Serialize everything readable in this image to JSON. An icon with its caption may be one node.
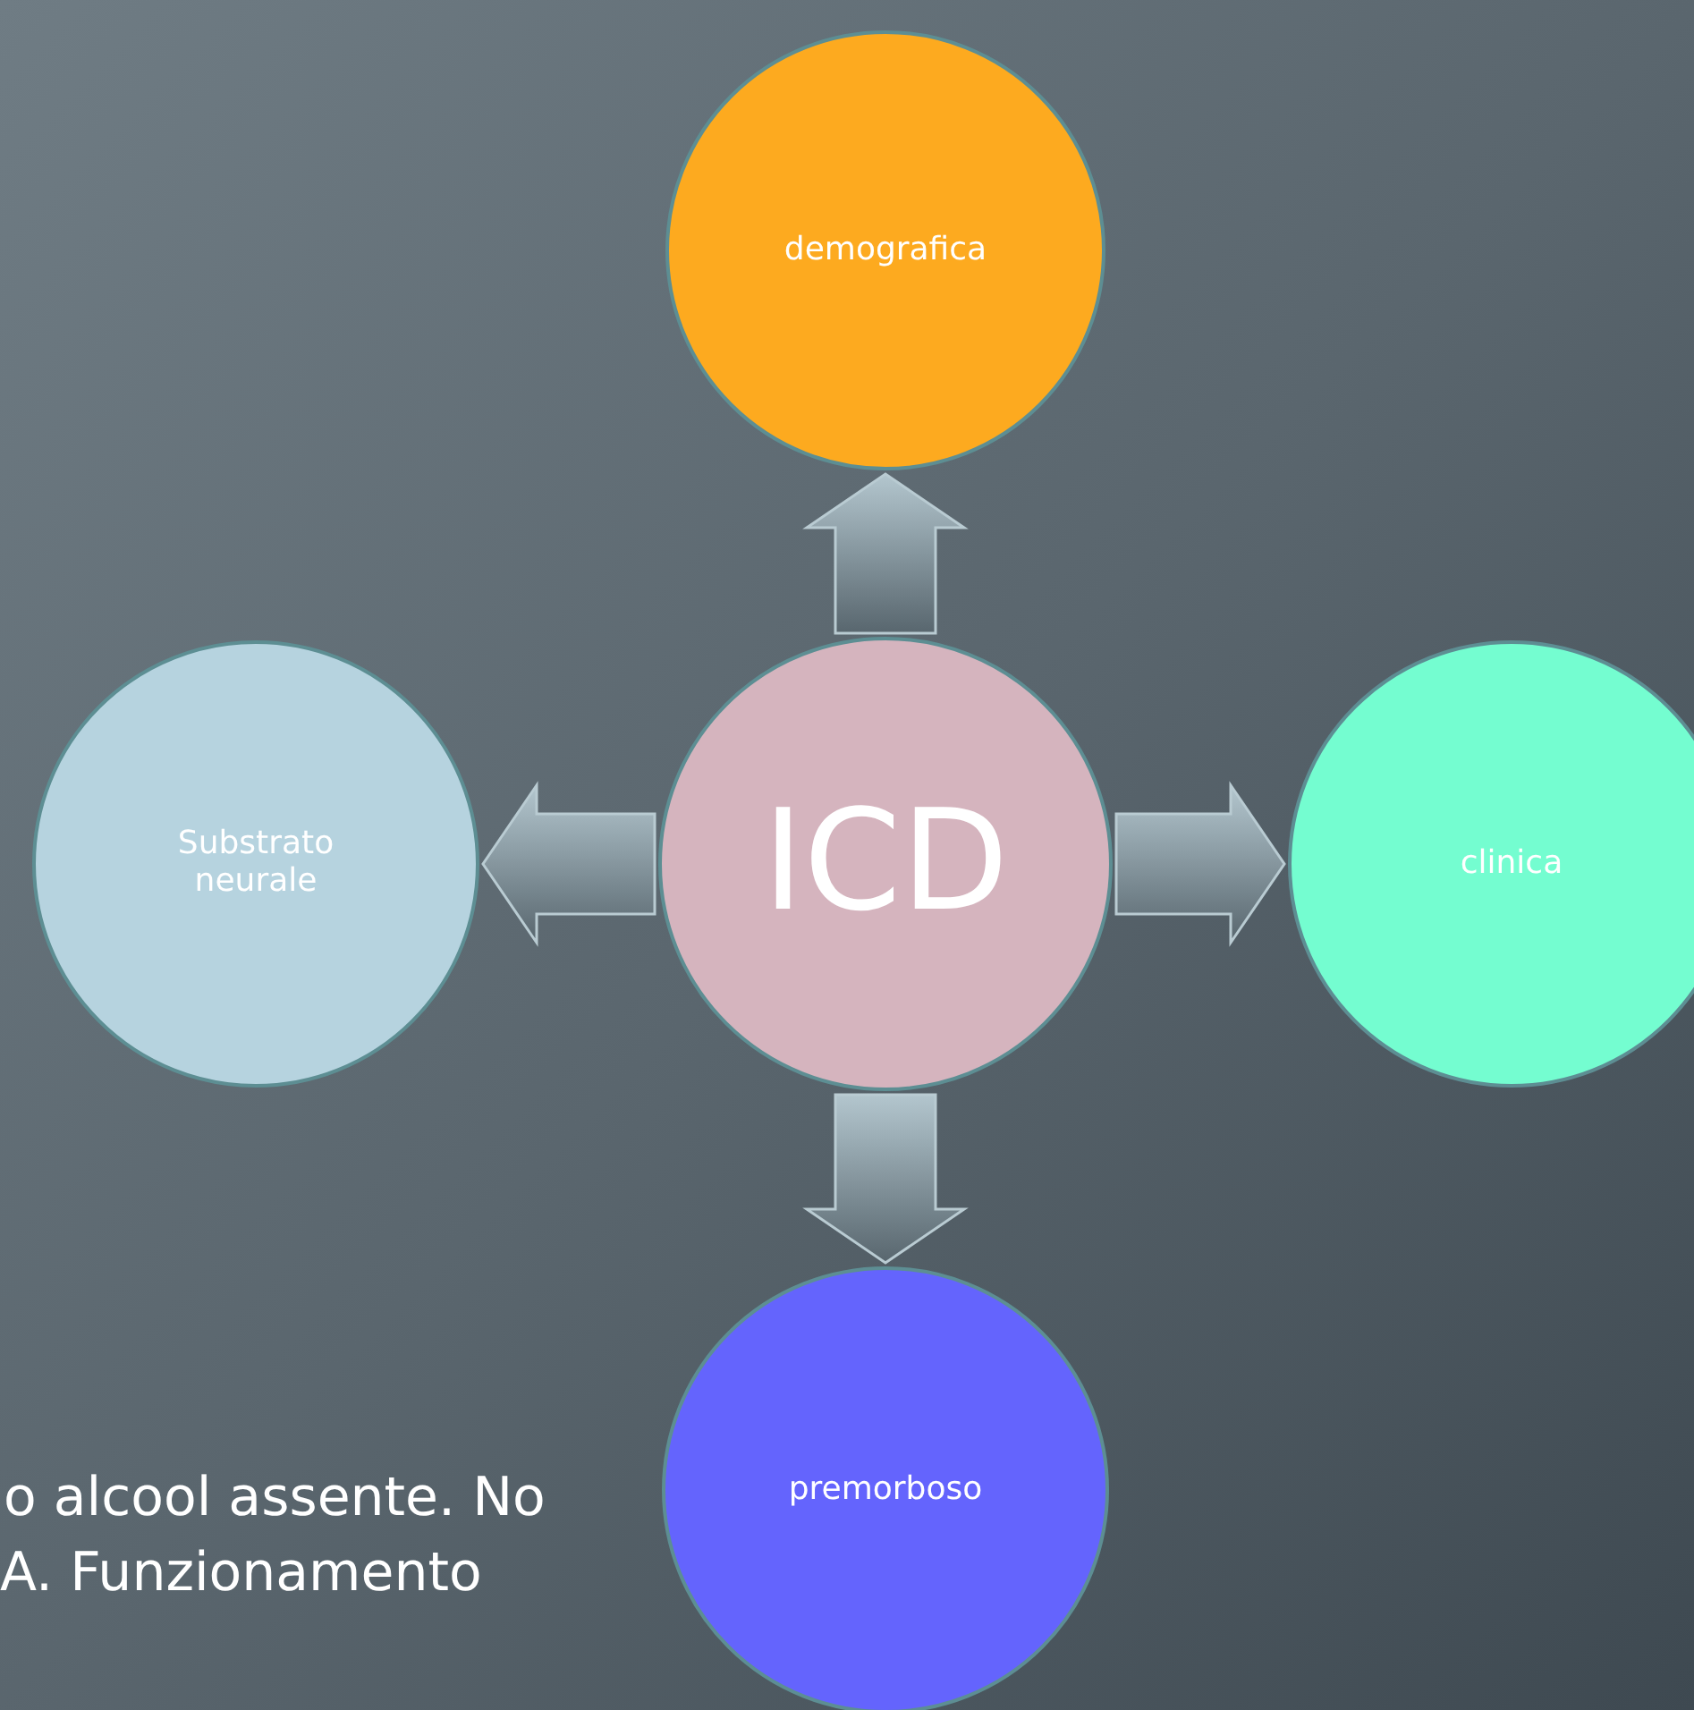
{
  "diagram": {
    "nodes": [
      {
        "text": [
          "ICD"
        ]
      },
      {
        "text": [
          "demografica"
        ]
      },
      {
        "text": [
          "Substrato neurale"
        ]
      },
      {
        "text": [
          "clinica"
        ]
      },
      {
        "text": [
          "premorboso"
        ]
      }
    ],
    "edges": [
      {
        "from": 0,
        "to": 1,
        "arrow": "to"
      },
      {
        "from": 0,
        "to": 2,
        "arrow": "to"
      },
      {
        "from": 0,
        "to": 3,
        "arrow": "to"
      },
      {
        "from": 0,
        "to": 4,
        "arrow": "to"
      }
    ],
    "labels": [
      "o alcool assente. No",
      "A. Funzionamento"
    ]
  }
}
